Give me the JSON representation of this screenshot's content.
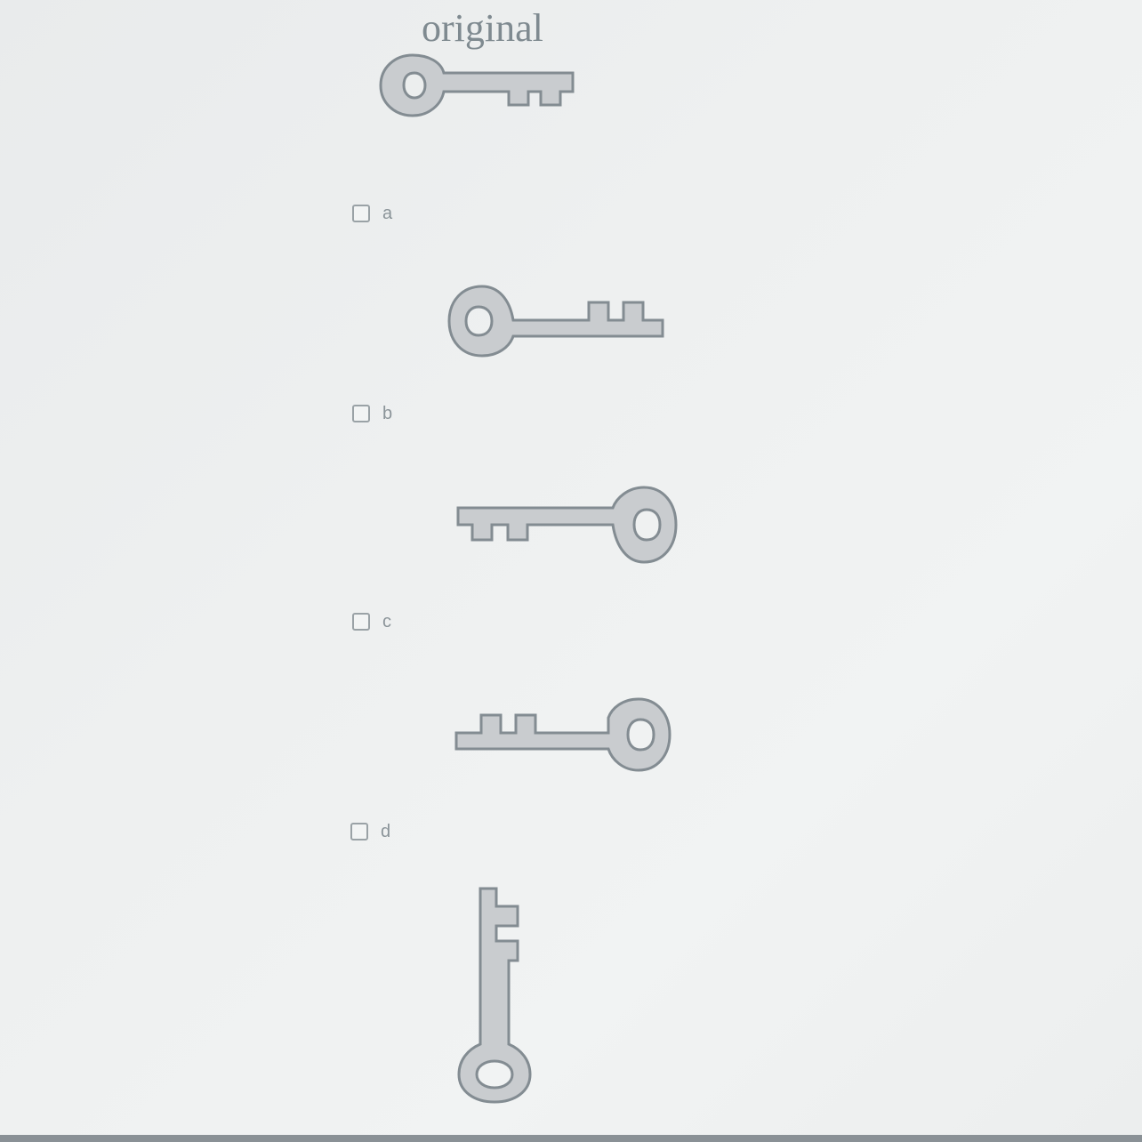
{
  "question": {
    "title": "original"
  },
  "options": [
    {
      "id": "a",
      "label": "a",
      "checked": false,
      "orientation": "horizontal, bit up"
    },
    {
      "id": "b",
      "label": "b",
      "checked": false,
      "orientation": "mirrored, bow right"
    },
    {
      "id": "c",
      "label": "c",
      "checked": false,
      "orientation": "bow right, bit up"
    },
    {
      "id": "d",
      "label": "d",
      "checked": false,
      "orientation": "vertical, bow down"
    }
  ],
  "colors": {
    "key_fill": "#c9cccf",
    "key_stroke": "#838c92",
    "text": "#8b9499",
    "title": "#7f8a90"
  }
}
